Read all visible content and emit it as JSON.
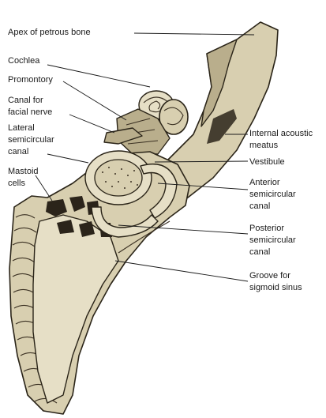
{
  "labels": {
    "apex": "Apex of petrous bone",
    "cochlea": "Cochlea",
    "promontory": "Promontory",
    "facial_1": "Canal for",
    "facial_2": "facial nerve",
    "lateral_1": "Lateral",
    "lateral_2": "semicircular",
    "lateral_3": "canal",
    "mastoid_1": "Mastoid",
    "mastoid_2": "cells",
    "meatus_1": "Internal acoustic",
    "meatus_2": "meatus",
    "vestibule": "Vestibule",
    "anterior_1": "Anterior",
    "anterior_2": "semicircular",
    "anterior_3": "canal",
    "posterior_1": "Posterior",
    "posterior_2": "semicircular",
    "posterior_3": "canal",
    "groove_1": "Groove for",
    "groove_2": "sigmoid sinus"
  }
}
